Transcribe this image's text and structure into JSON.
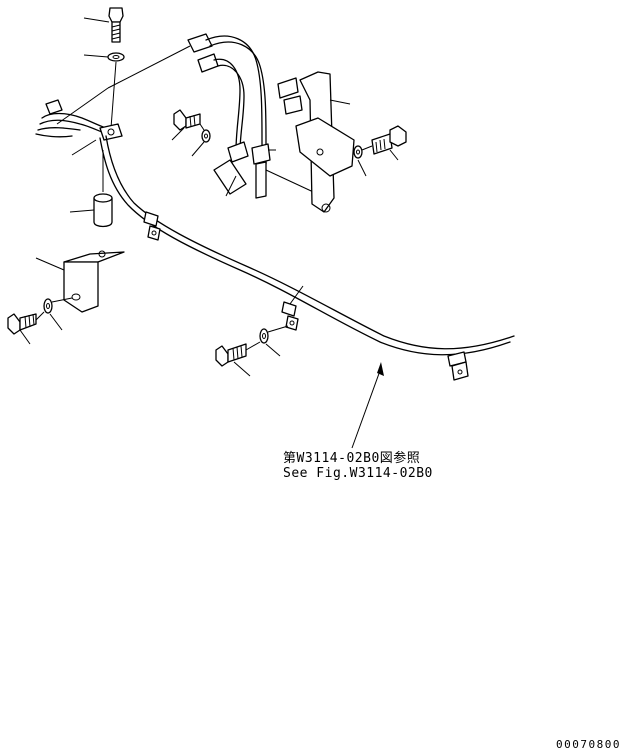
{
  "reference": {
    "line_jp": "第W3114-02B0図参照",
    "line_en": "See Fig.W3114-02B0"
  },
  "drawing_code": "00070800"
}
